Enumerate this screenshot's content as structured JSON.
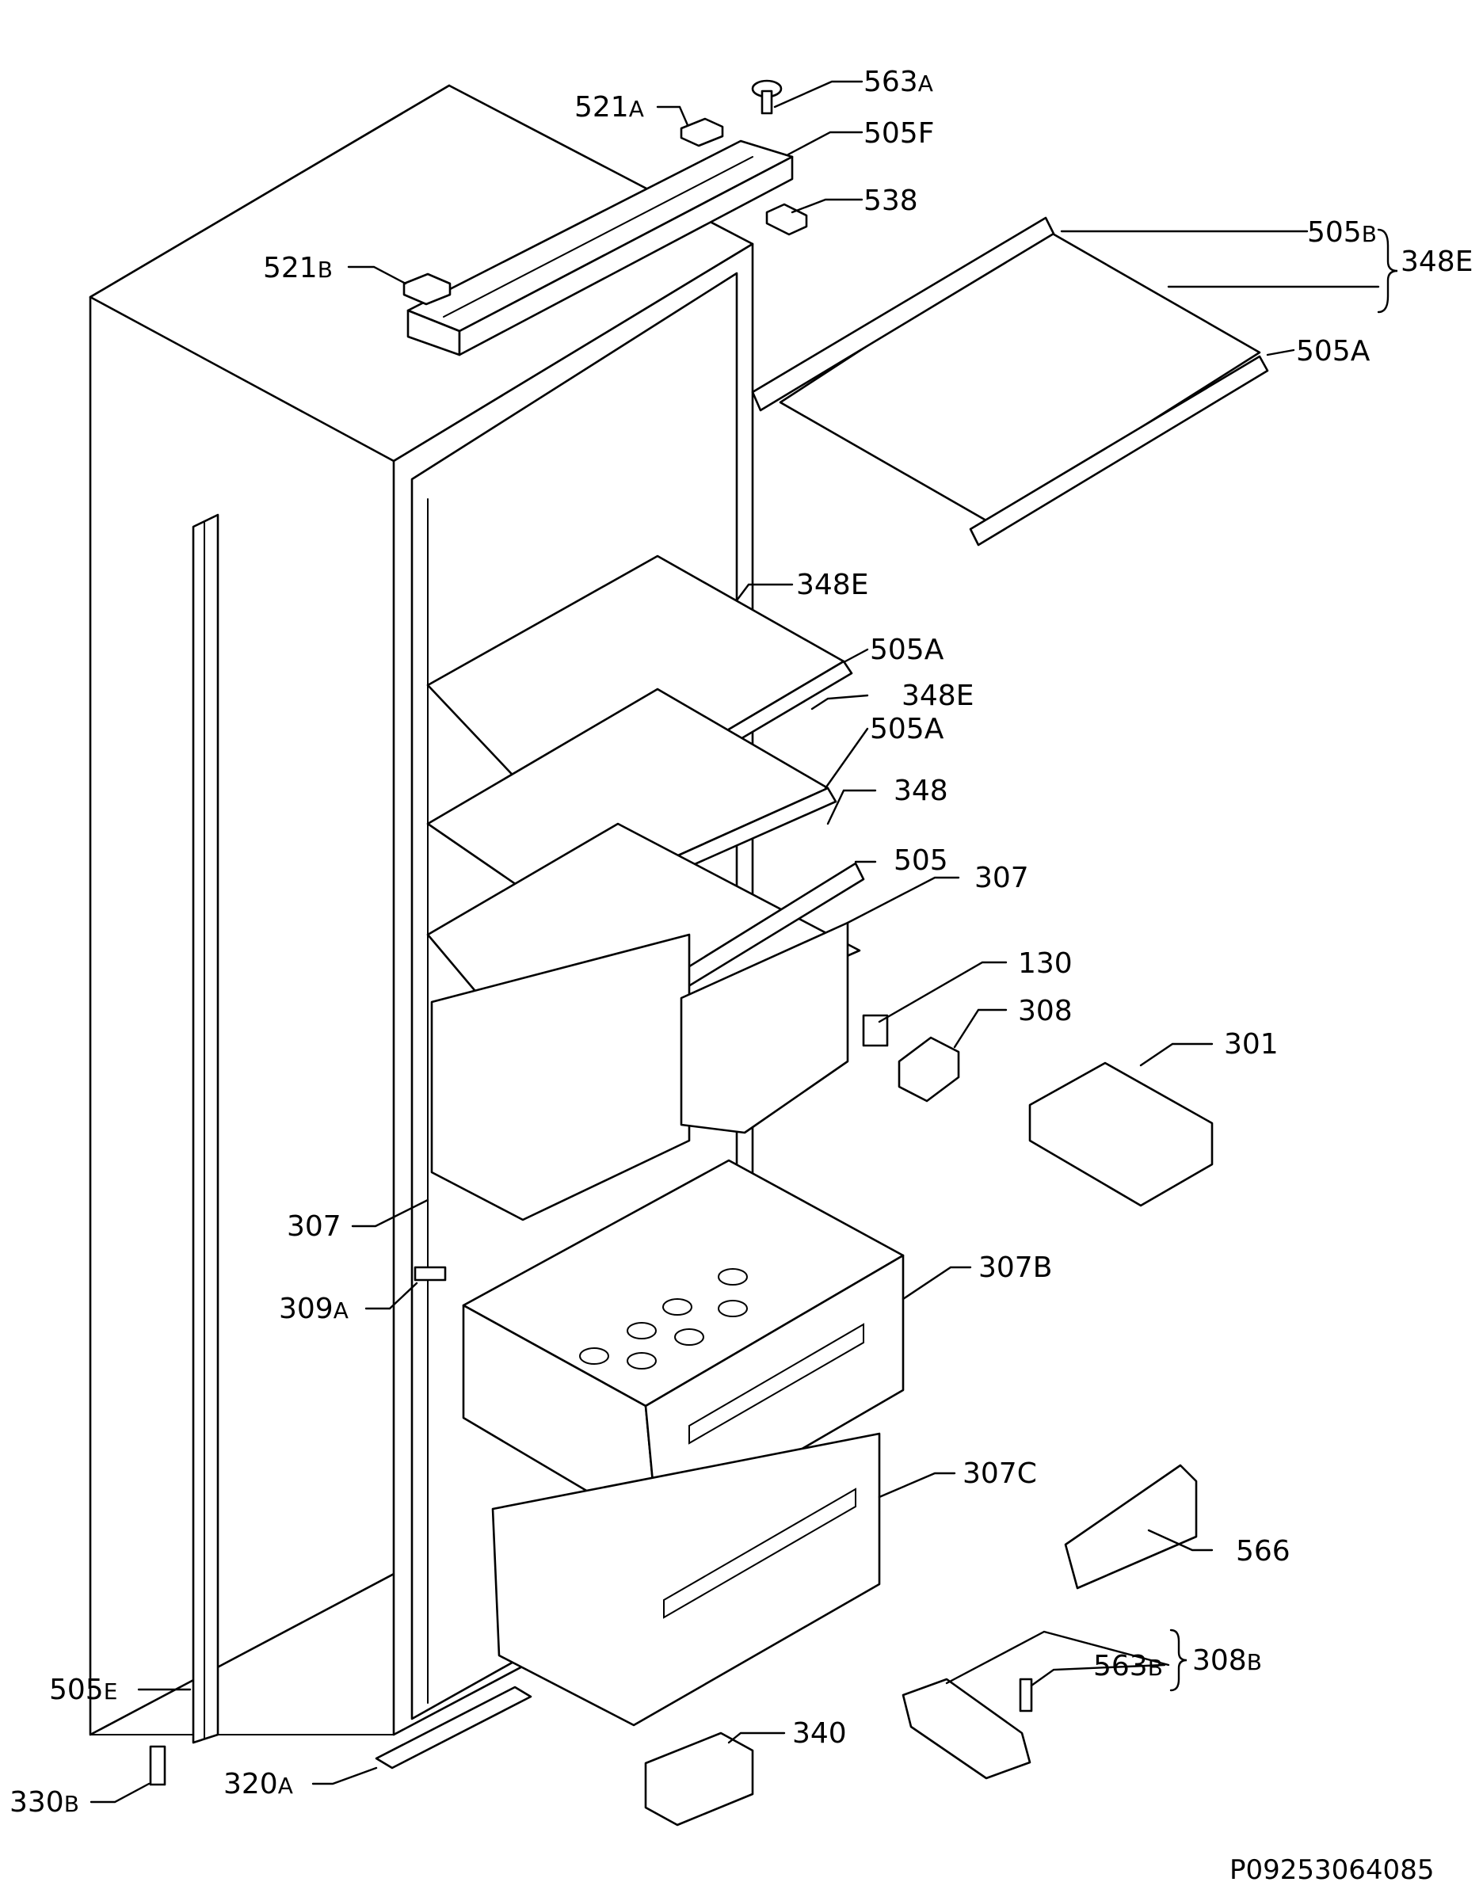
{
  "callouts": {
    "c563a": {
      "num": "563",
      "sub": "A"
    },
    "c521a": {
      "num": "521",
      "sub": "A"
    },
    "c505f": {
      "num": "505F",
      "sub": ""
    },
    "c538": {
      "num": "538",
      "sub": ""
    },
    "c521b": {
      "num": "521",
      "sub": "B"
    },
    "c505b": {
      "num": "505",
      "sub": "B"
    },
    "c348e_top": {
      "num": "348E",
      "sub": ""
    },
    "c505a_top": {
      "num": "505A",
      "sub": ""
    },
    "c348e_2": {
      "num": "348E",
      "sub": ""
    },
    "c505a_2": {
      "num": "505A",
      "sub": ""
    },
    "c348e_3": {
      "num": "348E",
      "sub": ""
    },
    "c505a_3": {
      "num": "505A",
      "sub": ""
    },
    "c348": {
      "num": "348",
      "sub": ""
    },
    "c505": {
      "num": "505",
      "sub": ""
    },
    "c307_top": {
      "num": "307",
      "sub": ""
    },
    "c130": {
      "num": "130",
      "sub": ""
    },
    "c308": {
      "num": "308",
      "sub": ""
    },
    "c301": {
      "num": "301",
      "sub": ""
    },
    "c307_left": {
      "num": "307",
      "sub": ""
    },
    "c307b": {
      "num": "307B",
      "sub": ""
    },
    "c309a": {
      "num": "309",
      "sub": "A"
    },
    "c307c": {
      "num": "307C",
      "sub": ""
    },
    "c566": {
      "num": "566",
      "sub": ""
    },
    "c563b": {
      "num": "563",
      "sub": "B"
    },
    "c308b": {
      "num": "308",
      "sub": "B"
    },
    "c505e": {
      "num": "505",
      "sub": "E"
    },
    "c340": {
      "num": "340",
      "sub": ""
    },
    "c330b": {
      "num": "330",
      "sub": "B"
    },
    "c320a": {
      "num": "320",
      "sub": "A"
    }
  },
  "document_number": "P09253064085"
}
